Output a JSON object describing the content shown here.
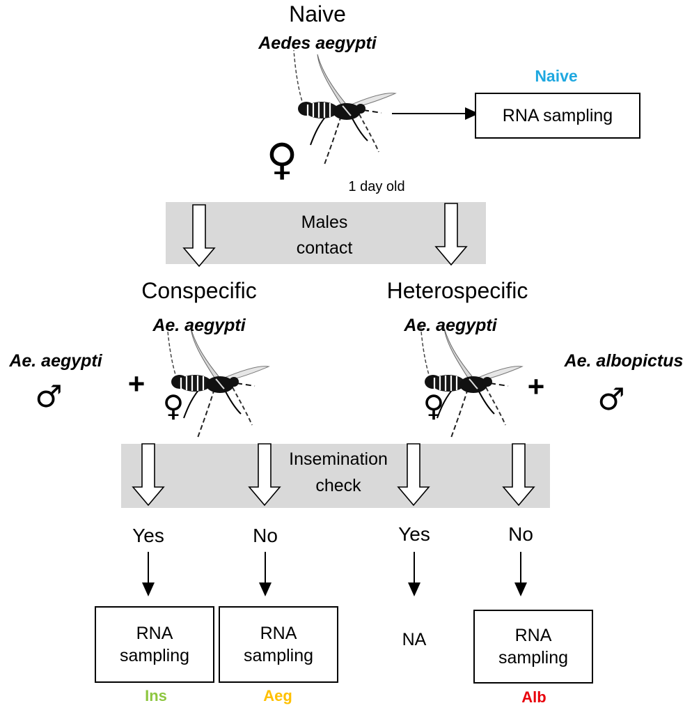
{
  "top": {
    "title": "Naive",
    "species": "Aedes aegypti",
    "female_symbol": "♀",
    "age": "1 day old"
  },
  "naive_branch": {
    "label": "Naive",
    "label_color": "#1fa8e0",
    "box_text": "RNA sampling"
  },
  "males_contact": {
    "line1": "Males",
    "line2": "contact"
  },
  "conspecific": {
    "title": "Conspecific",
    "female_species": "Ae. aegypti",
    "male_species": "Ae. aegypti",
    "male_symbol": "♂",
    "female_symbol": "♀",
    "plus": "+"
  },
  "heterospecific": {
    "title": "Heterospecific",
    "female_species": "Ae. aegypti",
    "male_species": "Ae. albopictus",
    "male_symbol": "♂",
    "female_symbol": "♀",
    "plus": "+"
  },
  "insemination": {
    "line1": "Insemination",
    "line2": "check"
  },
  "outcomes": [
    {
      "answer": "Yes",
      "line1": "RNA",
      "line2": "sampling",
      "code": "Ins",
      "code_color": "#8dc63f"
    },
    {
      "answer": "No",
      "line1": "RNA",
      "line2": "sampling",
      "code": "Aeg",
      "code_color": "#ffc000"
    },
    {
      "answer": "Yes",
      "result": "NA"
    },
    {
      "answer": "No",
      "line1": "RNA",
      "line2": "sampling",
      "code": "Alb",
      "code_color": "#e8000b"
    }
  ]
}
